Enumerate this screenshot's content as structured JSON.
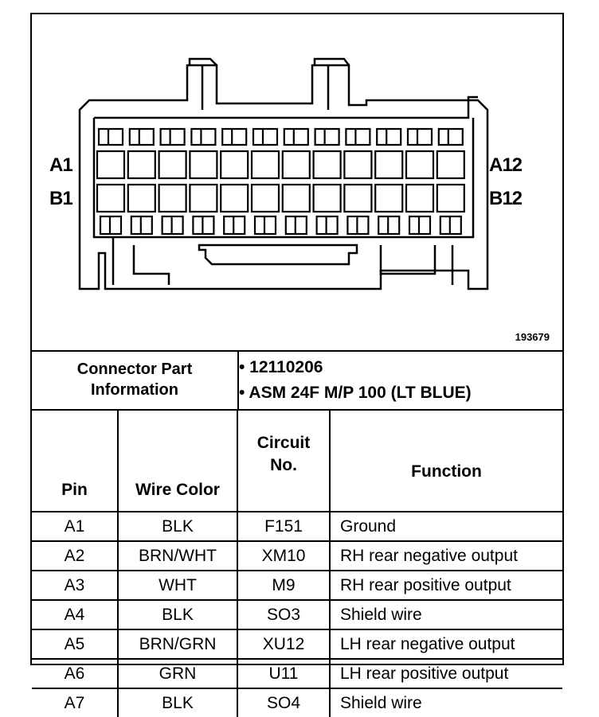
{
  "diagram": {
    "labels": {
      "a1": "A1",
      "b1": "B1",
      "a12": "A12",
      "b12": "B12"
    },
    "figure_id": "193679"
  },
  "connector_info": {
    "label_line1": "Connector Part",
    "label_line2": "Information",
    "items": [
      "•  12110206",
      "•  ASM 24F M/P 100 (LT BLUE)"
    ]
  },
  "table": {
    "headers": {
      "pin": "Pin",
      "wire_color": "Wire Color",
      "circuit_line1": "Circuit",
      "circuit_line2": "No.",
      "function": "Function"
    },
    "rows": [
      {
        "pin": "A1",
        "wire": "BLK",
        "circuit": "F151",
        "function": "Ground"
      },
      {
        "pin": "A2",
        "wire": "BRN/WHT",
        "circuit": "XM10",
        "function": "RH rear negative output"
      },
      {
        "pin": "A3",
        "wire": "WHT",
        "circuit": "M9",
        "function": "RH rear positive output"
      },
      {
        "pin": "A4",
        "wire": "BLK",
        "circuit": "SO3",
        "function": "Shield wire"
      },
      {
        "pin": "A5",
        "wire": "BRN/GRN",
        "circuit": "XU12",
        "function": "LH rear negative output"
      },
      {
        "pin": "A6",
        "wire": "GRN",
        "circuit": "U11",
        "function": "LH rear positive output"
      },
      {
        "pin": "A7",
        "wire": "BLK",
        "circuit": "SO4",
        "function": "Shield wire"
      }
    ]
  }
}
